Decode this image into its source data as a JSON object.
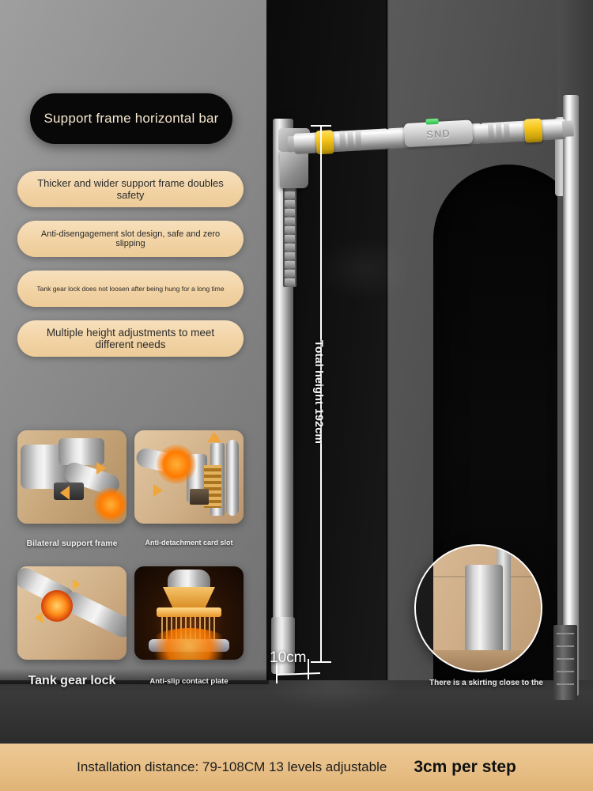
{
  "title_pill": {
    "label": "Support frame horizontal bar"
  },
  "feature_pills": [
    {
      "label": "Thicker and wider support frame doubles safety"
    },
    {
      "label": "Anti-disengagement slot design, safe and zero slipping"
    },
    {
      "label": "Tank gear lock does not loosen after being hung for a long time"
    },
    {
      "label": "Multiple height adjustments to meet different needs"
    }
  ],
  "thumbnails": [
    {
      "caption": "Bilateral support frame"
    },
    {
      "caption": "Anti-detachment card slot"
    },
    {
      "caption": "Tank gear lock"
    },
    {
      "caption": "Anti-slip contact plate"
    }
  ],
  "product": {
    "brand": "SND"
  },
  "measurements": {
    "total_height": "Total height 192cm",
    "width": "10cm"
  },
  "circle_inset": {
    "caption": "There is a skirting close to the"
  },
  "banner": {
    "installation": "Installation distance: 79-108CM 13 levels adjustable",
    "step": "3cm per step"
  },
  "colors": {
    "pill_tan": "#f2d3a4",
    "banner_tan": "#e7be85",
    "title_black": "#080808",
    "title_text": "#f6e7cf",
    "accent_yellow": "#f5c518",
    "accent_orange": "#ff7a00",
    "led_green": "#28b94a",
    "wall_gray": "#8f8f8f"
  }
}
